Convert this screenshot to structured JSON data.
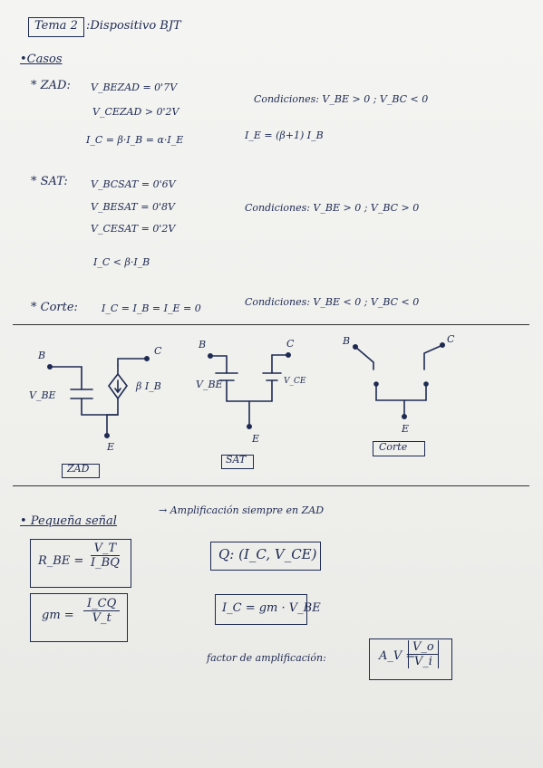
{
  "title": {
    "theme": "Tema 2",
    "subject": ":Dispositivo BJT"
  },
  "casos": {
    "heading": "•Casos",
    "zad": {
      "label": "* ZAD:",
      "eq1": "V_BEZAD = 0'7V",
      "eq2": "V_CEZAD > 0'2V",
      "eq3": "I_C = β·I_B = α·I_E",
      "cond": "Condiciones: V_BE > 0 ; V_BC < 0",
      "eq4": "I_E = (β+1) I_B"
    },
    "sat": {
      "label": "* SAT:",
      "eq1": "V_BCSAT = 0'6V",
      "eq2": "V_BESAT = 0'8V",
      "eq3": "V_CESAT = 0'2V",
      "eq4": "I_C < β·I_B",
      "cond": "Condiciones: V_BE > 0 ; V_BC > 0"
    },
    "corte": {
      "label": "* Corte:",
      "eq": "I_C = I_B = I_E = 0",
      "cond": "Condiciones: V_BE < 0 ; V_BC < 0"
    }
  },
  "circuits": {
    "zad": {
      "b": "B",
      "c": "C",
      "e": "E",
      "vbe": "V_BE",
      "src": "β I_B",
      "label": "ZAD"
    },
    "sat": {
      "b": "B",
      "c": "C",
      "e": "E",
      "vbe": "V_BE",
      "vce": "V_CE",
      "label": "SAT"
    },
    "corte": {
      "b": "B",
      "c": "C",
      "e": "E",
      "label": "Corte"
    }
  },
  "small_signal": {
    "heading": "• Pequeña señal",
    "note": "→ Amplificación siempre en ZAD",
    "rbe_lhs": "R_BE =",
    "rbe_num": "V_T",
    "rbe_den": "I_BQ",
    "gm_lhs": "gm =",
    "gm_num": "I_CQ",
    "gm_den": "V_t",
    "q": "Q: (I_C, V_CE)",
    "ic": "I_C = gm · V_BE",
    "factor": "factor de amplificación:",
    "av_lhs": "A_V =",
    "av_num": "V_o",
    "av_den": "V_i"
  }
}
